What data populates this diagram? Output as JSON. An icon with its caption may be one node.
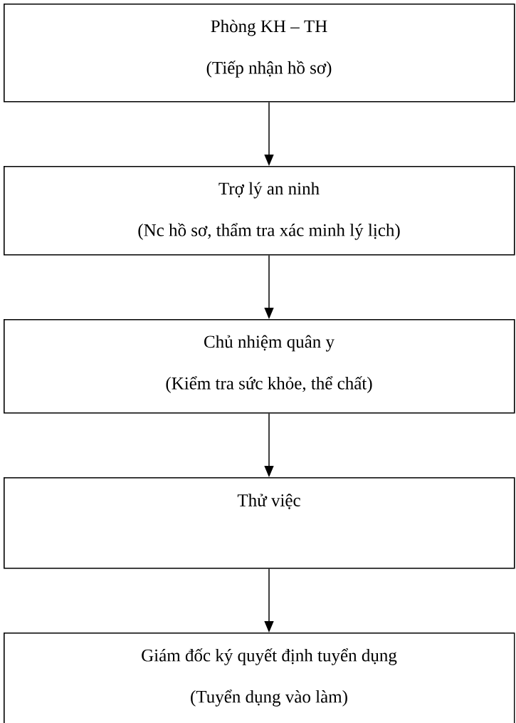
{
  "diagram": {
    "nodes": [
      {
        "text": [
          "Phòng KH – TH",
          "(Tiếp nhận hồ sơ)"
        ]
      },
      {
        "text": [
          "Trợ lý an ninh",
          "(Nc hồ sơ, thẩm tra xác minh lý lịch)"
        ]
      },
      {
        "text": [
          "Chủ nhiệm quân y",
          "(Kiểm tra sức khỏe, thể chất)"
        ]
      },
      {
        "text": [
          "Thử việc"
        ]
      },
      {
        "text": [
          "Giám đốc ký quyết định tuyển dụng",
          "(Tuyển dụng vào làm)"
        ]
      }
    ],
    "edges": [
      {
        "from": 0,
        "to": 1,
        "arrow": "to"
      },
      {
        "from": 1,
        "to": 2,
        "arrow": "to"
      },
      {
        "from": 2,
        "to": 3,
        "arrow": "to"
      },
      {
        "from": 3,
        "to": 4,
        "arrow": "to"
      }
    ]
  }
}
